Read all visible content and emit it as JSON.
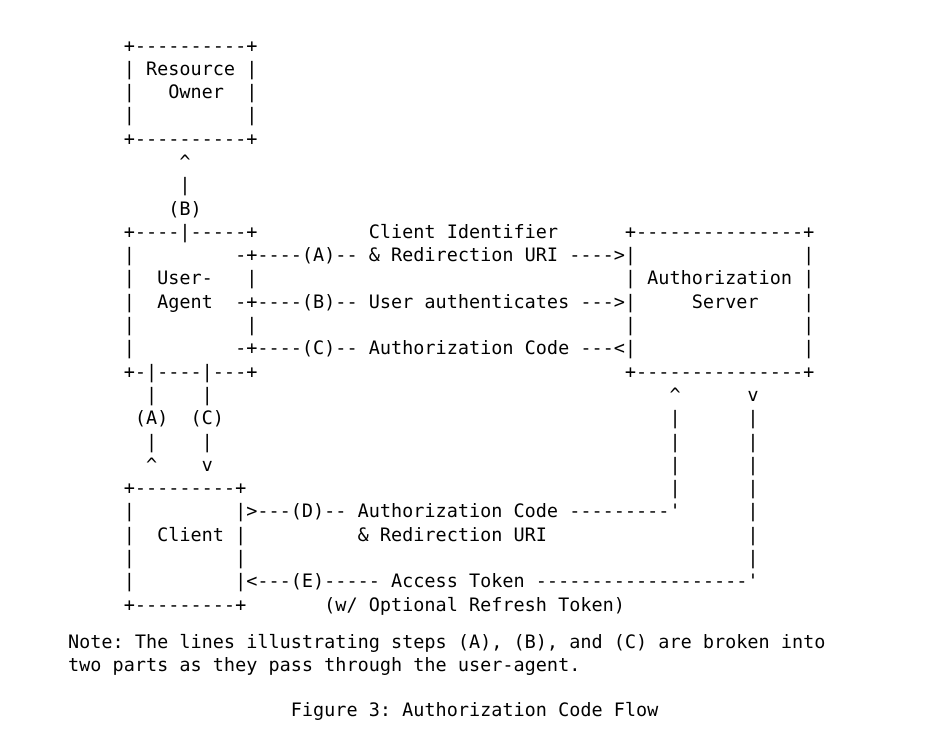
{
  "document": {
    "title": "Authorization Code Flow",
    "background_color": "#ffffff",
    "text_color": "#000000",
    "font_kind": "monospace"
  },
  "figure": {
    "caption": "                    Figure 3: Authorization Code Flow",
    "caption_text": "Figure 3: Authorization Code Flow",
    "figure_number": "3",
    "figure_title": "Authorization Code Flow"
  },
  "note": {
    "lines": [
      "Note: The lines illustrating steps (A), (B), and (C) are broken into",
      "two parts as they pass through the user-agent."
    ],
    "text": "Note: The lines illustrating steps (A), (B), and (C) are broken into\ntwo parts as they pass through the user-agent."
  },
  "diagram": {
    "ascii": "     +----------+\n     | Resource |\n     |   Owner  |\n     |          |\n     +----------+\n          ^\n          |\n         (B)\n     +----|-----+          Client Identifier      +---------------+\n     |         -+----(A)-- & Redirection URI ---->|               |\n     |  User-   |                                 | Authorization |\n     |  Agent  -+----(B)-- User authenticates --->|     Server    |\n     |          |                                 |               |\n     |         -+----(C)-- Authorization Code ---<|               |\n     +-|----|---+                                 +---------------+\n       |    |                                         ^      v\n      (A)  (C)                                        |      |\n       |    |                                         |      |\n       ^    v                                         |      |\n     +---------+                                      |      |\n     |         |>---(D)-- Authorization Code ---------'      |\n     |  Client |          & Redirection URI                  |\n     |         |                                             |\n     |         |<---(E)----- Access Token -------------------'\n     +---------+       (w/ Optional Refresh Token)",
    "nodes": [
      {
        "id": "resource-owner",
        "label_lines": [
          "Resource",
          "Owner"
        ],
        "label": "Resource Owner"
      },
      {
        "id": "user-agent",
        "label_lines": [
          "User-",
          "Agent"
        ],
        "label": "User-Agent"
      },
      {
        "id": "authorization-server",
        "label_lines": [
          "Authorization",
          "Server"
        ],
        "label": "Authorization Server"
      },
      {
        "id": "client",
        "label_lines": [
          "Client"
        ],
        "label": "Client"
      }
    ],
    "steps": [
      {
        "step": "(A)",
        "label": "Client Identifier & Redirection URI",
        "from": "client",
        "through": "user-agent",
        "to": "authorization-server",
        "direction": "---->"
      },
      {
        "step": "(B)",
        "label": "User authenticates",
        "from": "resource-owner",
        "through": "user-agent",
        "to": "authorization-server",
        "direction": "--->"
      },
      {
        "step": "(C)",
        "label": "Authorization Code",
        "from": "authorization-server",
        "through": "user-agent",
        "to": "client",
        "direction": "---<"
      },
      {
        "step": "(D)",
        "label": "Authorization Code & Redirection URI",
        "from": "client",
        "to": "authorization-server",
        "direction": ">---"
      },
      {
        "step": "(E)",
        "label": "Access Token (w/ Optional Refresh Token)",
        "from": "authorization-server",
        "to": "client",
        "direction": "<---"
      }
    ],
    "arrow_labels": [
      "Client Identifier",
      "& Redirection URI ---->",
      "User authenticates --->",
      "Authorization Code ---<",
      "Authorization Code ---------'",
      "& Redirection URI",
      "Access Token -------------------'",
      "(w/ Optional Refresh Token)"
    ]
  }
}
